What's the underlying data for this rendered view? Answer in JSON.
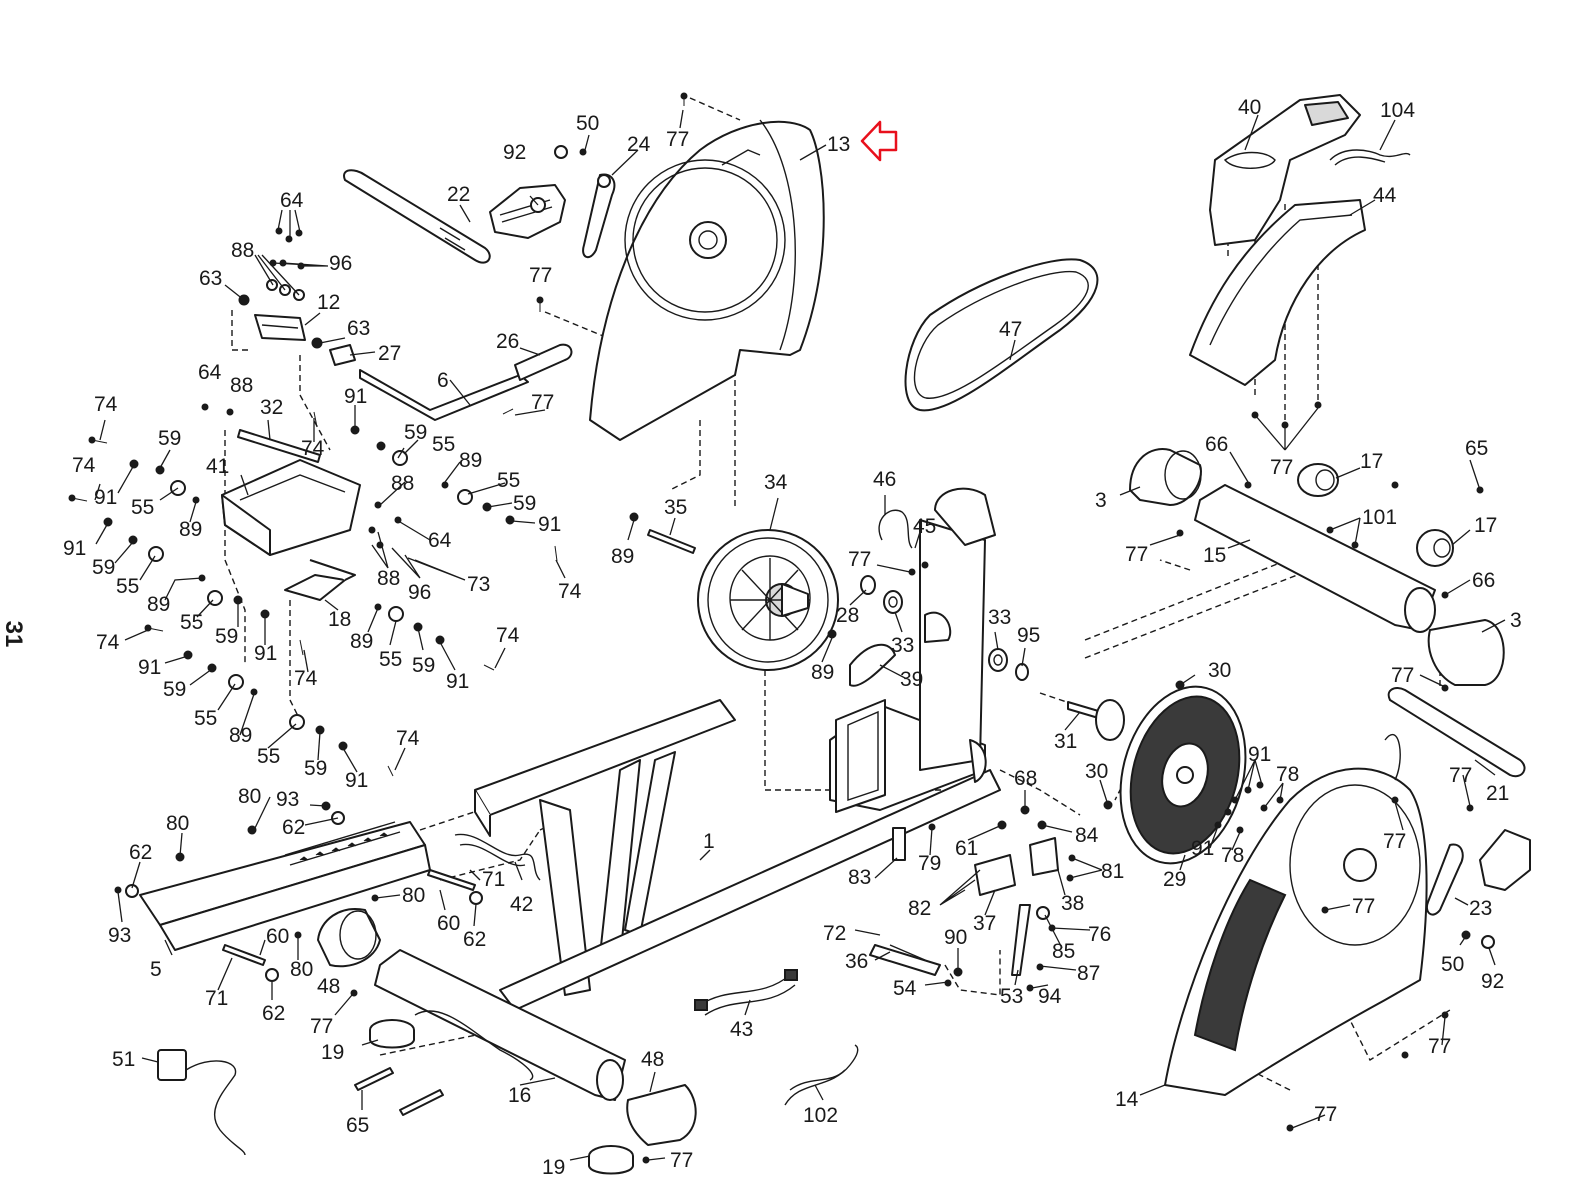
{
  "page": {
    "number": "31"
  },
  "highlight": {
    "part": "13",
    "color": "#e8101c",
    "label": "highlight-arrow"
  },
  "callouts": {
    "c1": "1",
    "c3a": "3",
    "c3b": "3",
    "c5": "5",
    "c6": "6",
    "c12": "12",
    "c13": "13",
    "c14": "14",
    "c15": "15",
    "c16": "16",
    "c17a": "17",
    "c17b": "17",
    "c18": "18",
    "c19a": "19",
    "c19b": "19",
    "c21": "21",
    "c22": "22",
    "c23": "23",
    "c24": "24",
    "c26": "26",
    "c27": "27",
    "c28": "28",
    "c29": "29",
    "c30a": "30",
    "c30b": "30",
    "c31": "31",
    "c32": "32",
    "c33a": "33",
    "c33b": "33",
    "c34": "34",
    "c35": "35",
    "c36": "36",
    "c37": "37",
    "c38": "38",
    "c39": "39",
    "c40": "40",
    "c41": "41",
    "c42": "42",
    "c43": "43",
    "c44": "44",
    "c45": "45",
    "c46": "46",
    "c47": "47",
    "c48a": "48",
    "c48b": "48",
    "c50a": "50",
    "c50b": "50",
    "c51": "51",
    "c53": "53",
    "c54": "54",
    "c55a": "55",
    "c55b": "55",
    "c55c": "55",
    "c55d": "55",
    "c55e": "55",
    "c55f": "55",
    "c55g": "55",
    "c59a": "59",
    "c59b": "59",
    "c59c": "59",
    "c59d": "59",
    "c59e": "59",
    "c59f": "59",
    "c59g": "59",
    "c60a": "60",
    "c60b": "60",
    "c61": "61",
    "c62a": "62",
    "c62b": "62",
    "c62c": "62",
    "c62d": "62",
    "c63a": "63",
    "c63b": "63",
    "c64a": "64",
    "c64b": "64",
    "c64c": "64",
    "c65a": "65",
    "c65b": "65",
    "c66a": "66",
    "c66b": "66",
    "c68": "68",
    "c71a": "71",
    "c71b": "71",
    "c72": "72",
    "c73": "73",
    "c74a": "74",
    "c74b": "74",
    "c74c": "74",
    "c74d": "74",
    "c74e": "74",
    "c74f": "74",
    "c74g": "74",
    "c74h": "74",
    "c74i": "74",
    "c76": "76",
    "c77a": "77",
    "c77b": "77",
    "c77c": "77",
    "c77d": "77",
    "c77e": "77",
    "c77f": "77",
    "c77g": "77",
    "c77h": "77",
    "c77i": "77",
    "c77j": "77",
    "c77k": "77",
    "c77l": "77",
    "c77m": "77",
    "c77n": "77",
    "c77o": "77",
    "c78a": "78",
    "c78b": "78",
    "c79": "79",
    "c80a": "80",
    "c80b": "80",
    "c80c": "80",
    "c80d": "80",
    "c81": "81",
    "c82": "82",
    "c83": "83",
    "c84": "84",
    "c85": "85",
    "c87": "87",
    "c88a": "88",
    "c88b": "88",
    "c88c": "88",
    "c88d": "88",
    "c89a": "89",
    "c89b": "89",
    "c89c": "89",
    "c89d": "89",
    "c89e": "89",
    "c89f": "89",
    "c89g": "89",
    "c89h": "89",
    "c90": "90",
    "c91a": "91",
    "c91b": "91",
    "c91c": "91",
    "c91d": "91",
    "c91e": "91",
    "c91f": "91",
    "c91g": "91",
    "c91h": "91",
    "c91i": "91",
    "c91j": "91",
    "c91k": "91",
    "c92a": "92",
    "c92b": "92",
    "c93a": "93",
    "c93b": "93",
    "c94": "94",
    "c95": "95",
    "c96a": "96",
    "c96b": "96",
    "c101": "101",
    "c102": "102",
    "c104": "104"
  }
}
